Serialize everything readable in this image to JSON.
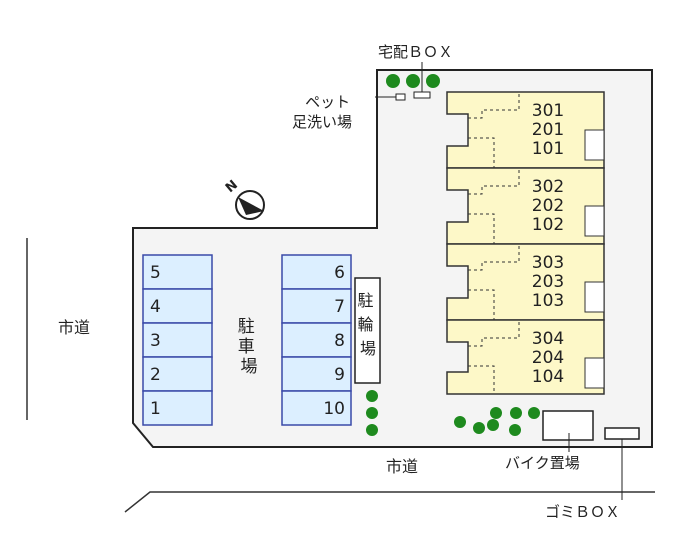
{
  "labels": {
    "delivery_box": "宅配ＢＯＸ",
    "pet_wash_line1": "ペット",
    "pet_wash_line2": "足洗い場",
    "city_road_left": "市道",
    "city_road_bottom": "市道",
    "parking": [
      "駐",
      "車",
      "場"
    ],
    "bicycle_parking": [
      "駐",
      "輪",
      "場"
    ],
    "motorbike_parking": "バイク置場",
    "garbage_box": "ゴミＢＯＸ",
    "north": "N"
  },
  "units": [
    [
      "301",
      "201",
      "101"
    ],
    [
      "302",
      "202",
      "102"
    ],
    [
      "303",
      "203",
      "103"
    ],
    [
      "304",
      "204",
      "104"
    ]
  ],
  "parking_left": [
    "5",
    "4",
    "3",
    "2",
    "1"
  ],
  "parking_right": [
    "6",
    "7",
    "8",
    "9",
    "10"
  ],
  "colors": {
    "site": "#f4f4f4",
    "building": "#fdf8c8",
    "parking": "#dcefff",
    "parking_border": "#3a4aa8",
    "tree": "#1e8a1e"
  }
}
